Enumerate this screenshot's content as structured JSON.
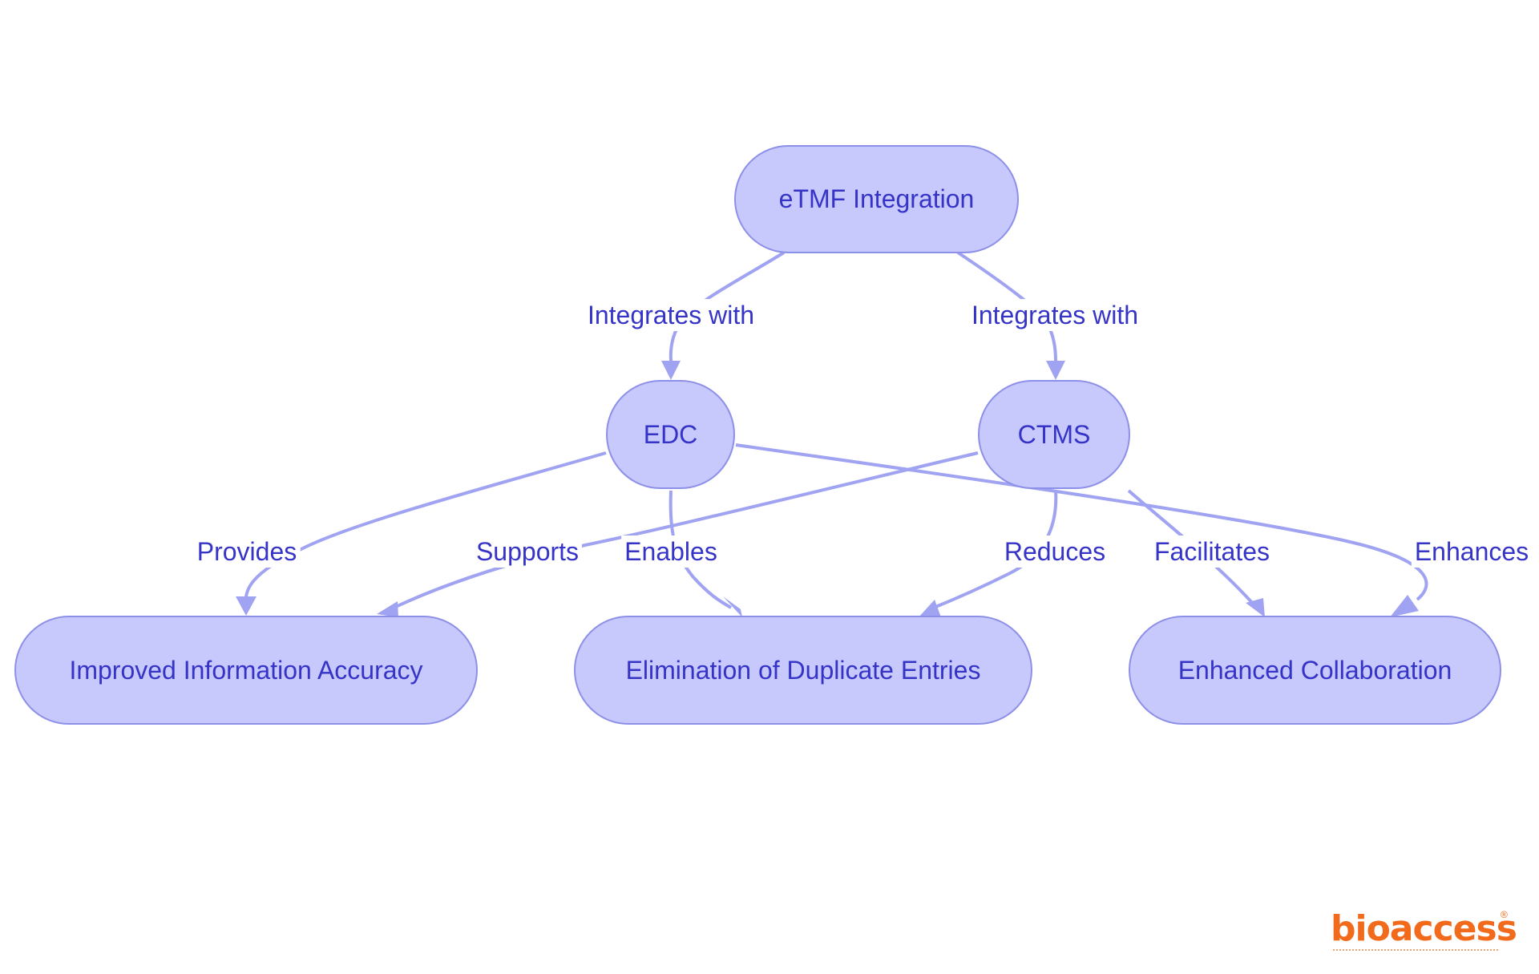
{
  "nodes": {
    "etmf": "eTMF Integration",
    "edc": "EDC",
    "ctms": "CTMS",
    "accuracy": "Improved Information Accuracy",
    "duplicates": "Elimination of Duplicate Entries",
    "collaboration": "Enhanced Collaboration"
  },
  "edges": {
    "etmf_edc": "Integrates with",
    "etmf_ctms": "Integrates with",
    "edc_accuracy": "Provides",
    "ctms_accuracy": "Supports",
    "edc_duplicates": "Enables",
    "ctms_duplicates": "Reduces",
    "ctms_collaboration": "Facilitates",
    "edc_collaboration": "Enhances"
  },
  "logo": {
    "text": "bioaccess",
    "registered_mark": "®"
  },
  "colors": {
    "node_fill": "#c7c8fb",
    "node_border": "#8d90e8",
    "edge": "#a0a3f1",
    "text": "#3534c7",
    "logo": "#f26a1b"
  }
}
